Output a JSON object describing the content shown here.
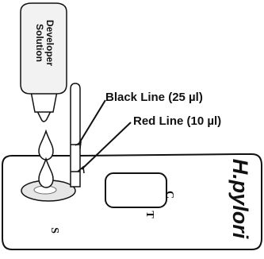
{
  "bottle": {
    "label_line1": "Developer",
    "label_line2": "Solution"
  },
  "callouts": {
    "black_line": "Black Line (25 µl)",
    "red_line": "Red Line (10 µl)"
  },
  "cassette": {
    "brand": "H.pylori",
    "control_mark": "C",
    "test_mark": "T",
    "sample_mark": "S"
  }
}
